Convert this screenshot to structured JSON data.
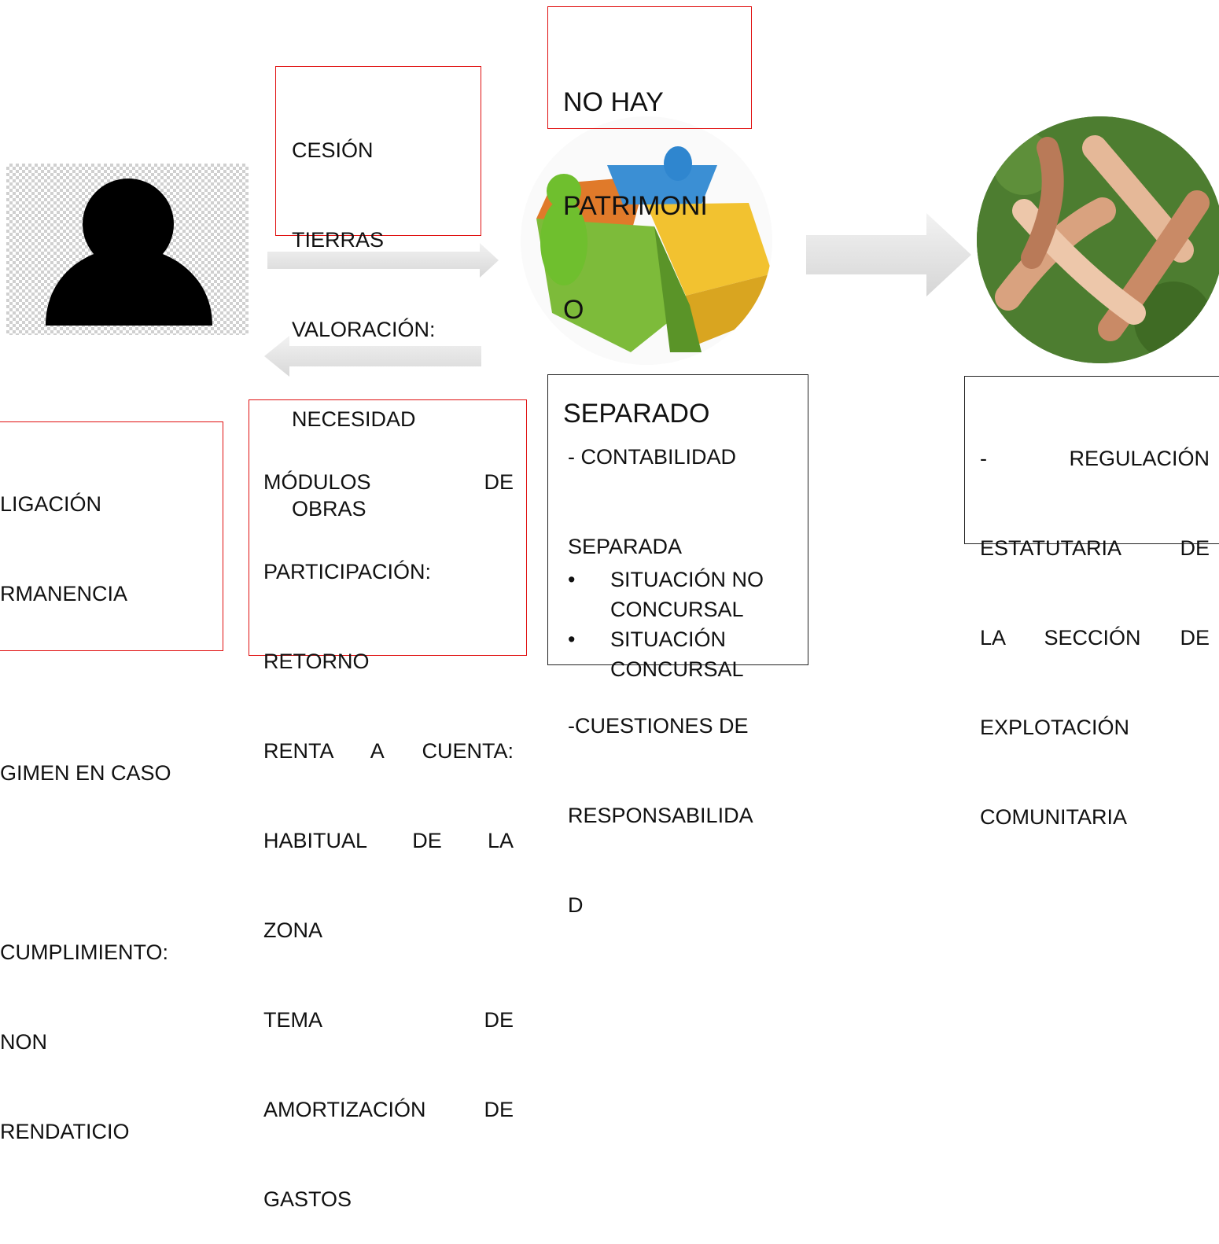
{
  "boxes": {
    "cesion": {
      "lines": [
        "CESIÓN",
        "TIERRAS",
        "VALORACIÓN:",
        "NECESIDAD",
        "OBRAS"
      ]
    },
    "patrimonio": {
      "lines": [
        "NO HAY",
        "PATRIMONI",
        "O",
        "SEPARADO"
      ]
    },
    "obligacion": {
      "lines": [
        "LIGACIÓN",
        "RMANENCIA",
        "",
        "GIMEN EN CASO",
        "",
        "CUMPLIMIENTO:",
        "NON",
        "RENDATICIO"
      ]
    },
    "modulos": {
      "lines": [
        "MÓDULOS DE",
        "PARTICIPACIÓN:",
        "RETORNO",
        "RENTA A CUENTA:",
        "HABITUAL DE LA",
        "ZONA",
        "TEMA DE",
        "AMORTIZACIÓN DE",
        "GASTOS"
      ]
    },
    "contabilidad": {
      "line1": "- CONTABILIDAD",
      "line2": "SEPARADA",
      "line3": "-CUESTIONES DE",
      "line4": "RESPONSABILIDA",
      "line5": "D",
      "bullet1": "SITUACIÓN NO CONCURSAL",
      "bullet2": "SITUACIÓN CONCURSAL",
      "bullet_glyph": "•"
    },
    "regulacion": {
      "lines": [
        "- REGULACIÓN",
        "ESTATUTARIA DE",
        "LA SECCIÓN DE",
        "EXPLOTACIÓN",
        "COMUNITARIA"
      ]
    }
  },
  "icons": {
    "person": "person-silhouette-icon",
    "pie": "pie-chart-figures-image",
    "hands": "linked-hands-image"
  },
  "colors": {
    "red_border": "#e01010",
    "black_border": "#222222",
    "arrow_fill": "#e6e6e6"
  }
}
